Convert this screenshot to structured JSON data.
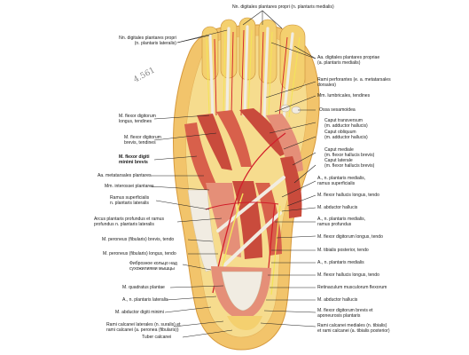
{
  "figure": {
    "top": {
      "nn_digitales_medialis": "Nn. digitales plantares propri (n. plantaris medialis)"
    },
    "left": {
      "nn_digitales_lateralis_1": "Nn. digitales plantares propri",
      "nn_digitales_lateralis_2": "(n. plantaris lateralis)",
      "flexor_longus_1": "M. flexor digitorum",
      "flexor_longus_2": "longus, tendines",
      "flexor_brevis_1": "M. flexor digitorum",
      "flexor_brevis_2": "brevis, tendines",
      "flexor_minimi_1": "M. flexor digiti",
      "flexor_minimi_2": "minimi brevis",
      "aa_metatarsales": "Aa. metatarsales plantares",
      "interossei": "Mm. interossei plantares",
      "ramus_superf_1": "Ramus superficialis",
      "ramus_superf_2": "n. plantaris lateralis",
      "arcus_1": "Arcus plantaris profundus et ramus",
      "arcus_2": "profundus n. plantaris lateralis",
      "peroneus_brevis": "M. peroneus (fibularis) brevis, tendo",
      "peroneus_longus": "M. peroneus (fibularis) longus, tendo",
      "fibrous_1": "Фиброзное кольцо над",
      "fibrous_2": "сухожилиями мышцы",
      "quadratus": "M. quadratus plantae",
      "a_n_lateralis": "A., n. plantaris lateralis",
      "abductor_minimi": "M. abductor digiti minimi",
      "rami_calc_lat_1": "Rami calcanei laterales (n. suralis) et",
      "rami_calc_lat_2": "rami calcanei (a. peronea (fibularis))",
      "tuber": "Tuber calcanei"
    },
    "right": {
      "aa_digitales_1": "Aa. digitales plantares propriae",
      "aa_digitales_2": "(a. plantaris medialis)",
      "rami_perf_1": "Rami perforantes (e. a. metatarsales",
      "rami_perf_2": "dorsales)",
      "lumbricales": "Mm. lumbricales, tendines",
      "ossa_sesamoidea": "Ossa sesamoidea",
      "caput_transversum": "Caput transversum",
      "adductor_hallucis_1": "(m. adductor hallucis)",
      "caput_obliquum": "Caput obliquum",
      "adductor_hallucis_2": "(m. adductor hallucis)",
      "caput_mediale": "Caput mediale",
      "flexor_hallucis_1": "(m. flexor hallucis brevis)",
      "caput_laterale": "Caput laterale",
      "flexor_hallucis_2": "(m. flexor hallucis brevis)",
      "a_n_medialis_1": "A., n. plantaris medialis,",
      "a_n_medialis_2": "ramus superficialis",
      "flexor_hallucis_longus": "M. flexor hallucis longus, tendo",
      "abductor_hallucis_1": "M. abductor hallucis",
      "a_n_medialis_prof_1": "A., n. plantaris medialis,",
      "a_n_medialis_prof_2": "ramus profundus",
      "flexor_dig_longus_tendo": "M. flexor digitorum longus, tendo",
      "tibialis_posterior": "M. tibialis posterior, tendo",
      "a_n_plantaris_medialis": "A., n. plantaris medialis",
      "flexor_hallucis_longus_2": "M. flexor hallucis longus, tendo",
      "retinaculum": "Retinaculum musculorum flexorum",
      "abductor_hallucis_2": "M. abductor hallucis",
      "flexor_brevis_apo_1": "M. flexor digitorum brevis et",
      "flexor_brevis_apo_2": "aponeurosis plantaris",
      "rami_calc_med_1": "Rami calcanei mediales (n. tibialis)",
      "rami_calc_med_2": "et rami calcanei (a. tibialis posterior)"
    },
    "handwritten_mark": "4.561",
    "colors": {
      "skin": "#f2c46b",
      "fat": "#f6dc8e",
      "muscle": "#c94b3c",
      "muscle_light": "#e58f78",
      "tendon": "#f1ece2",
      "nerve": "#f3e35a",
      "artery": "#d21e2a"
    }
  }
}
